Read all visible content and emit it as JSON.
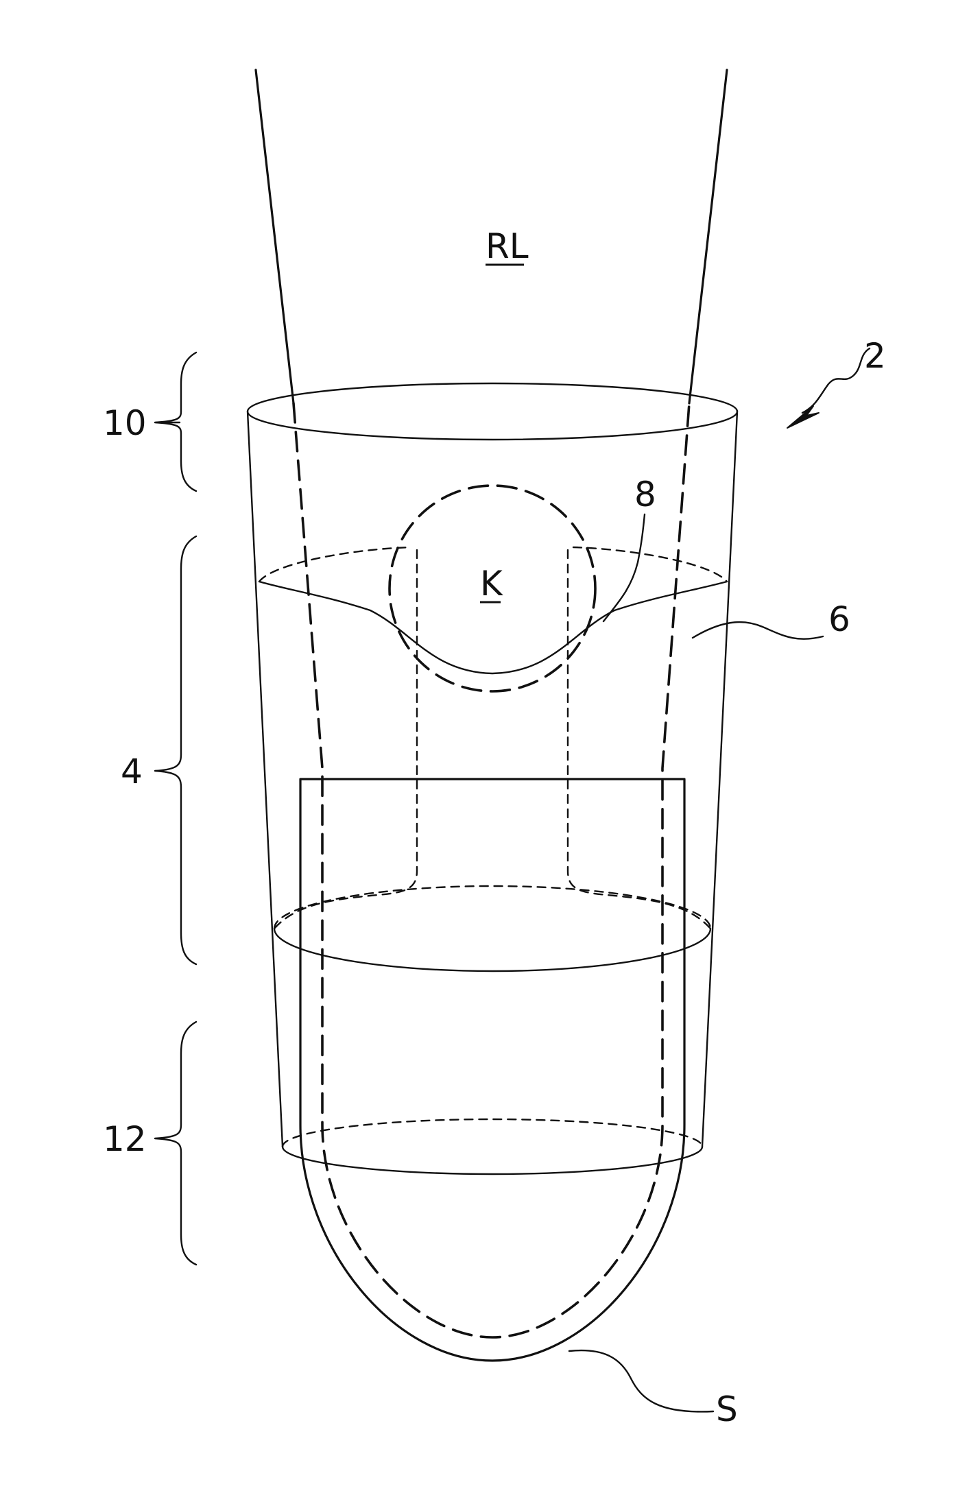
{
  "figure": {
    "labels": {
      "residual_limb": "RL",
      "knee": "K",
      "socket_ref": "2",
      "lower_section": "4",
      "upper_section": "6",
      "recess": "8",
      "proximal_section": "10",
      "distal_section": "12",
      "stump": "S"
    }
  }
}
